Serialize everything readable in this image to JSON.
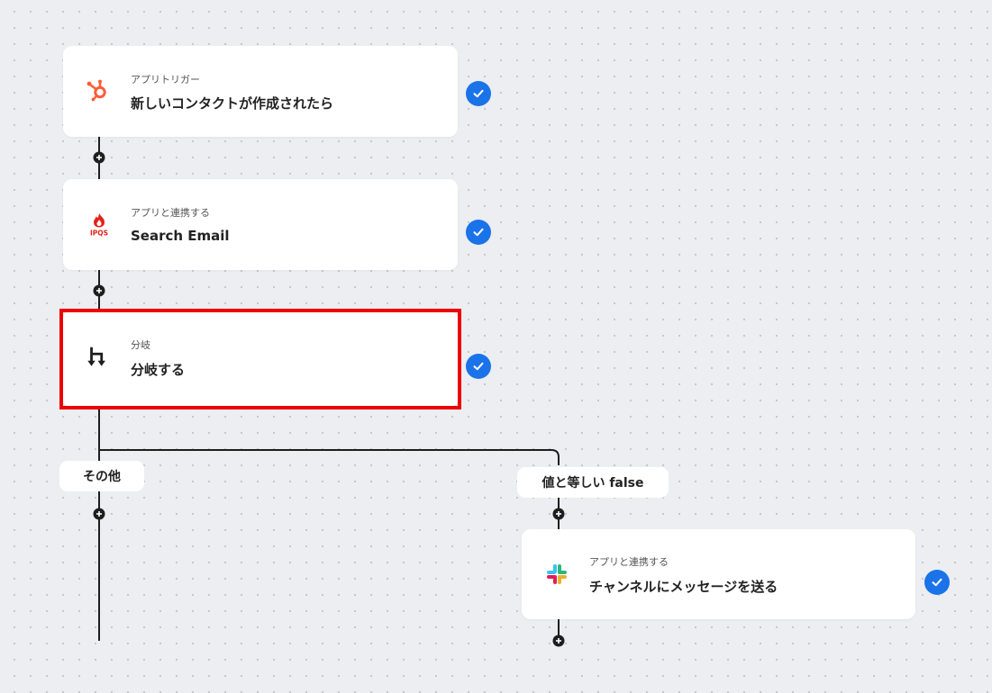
{
  "flow": {
    "steps": [
      {
        "id": "trigger",
        "app_icon": "hubspot-icon",
        "type_label": "アプリトリガー",
        "title": "新しいコンタクトが作成されたら",
        "status": "complete"
      },
      {
        "id": "ipqs",
        "app_icon": "ipqs-icon",
        "type_label": "アプリと連携する",
        "title": "Search Email",
        "status": "complete"
      },
      {
        "id": "branch",
        "app_icon": "branch-icon",
        "type_label": "分岐",
        "title": "分岐する",
        "status": "complete",
        "highlighted": true
      },
      {
        "id": "slack",
        "app_icon": "slack-icon",
        "type_label": "アプリと連携する",
        "title": "チャンネルにメッセージを送る",
        "status": "complete"
      }
    ],
    "branches": {
      "other_label": "その他",
      "condition_label": "値と等しい false"
    }
  },
  "colors": {
    "check": "#1a73e8",
    "highlight": "#ee0000",
    "hubspot": "#ff5c35",
    "ipqs": "#e2231a",
    "line": "#1e1e1e"
  }
}
